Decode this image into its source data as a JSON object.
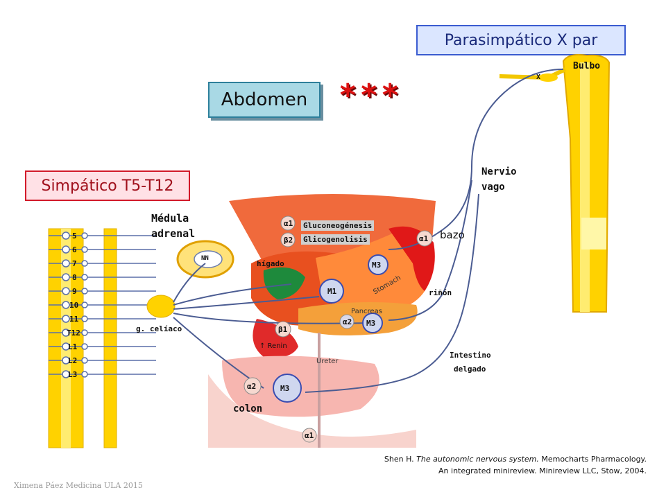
{
  "parasympathetic_box": "Parasimpático X par",
  "abdomen_box": "Abdomen",
  "stars": "***",
  "sympathetic_box": "Simpático T5-T12",
  "labels": {
    "bulbo": "Bulbo",
    "nervio_vago_1": "Nervio",
    "nervio_vago_2": "vago",
    "medula_1": "Médula",
    "medula_2": "adrenal",
    "gluconeo": "Gluconeogénesis",
    "glicogen": "Glicogenolisis",
    "bazo": "bazo",
    "higado": "hígado",
    "rinon": "riñón",
    "g_celiaco": "g. celíaco",
    "intestino_1": "Intestino",
    "intestino_2": "delgado",
    "colon": "colon",
    "pancreas": "Pancreas",
    "stomach": "Stomach",
    "renin": "↑ Renin",
    "ureter": "Ureter",
    "x_mark": "X"
  },
  "receptors": {
    "alpha1": "α1",
    "beta2": "β2",
    "beta1": "β1",
    "alpha2": "α2",
    "m3": "M3",
    "m1": "M1",
    "nn": "NN"
  },
  "spinal_levels": [
    "5",
    "6",
    "7",
    "8",
    "9",
    "10",
    "11",
    "T12",
    "L1",
    "L2",
    "L3"
  ],
  "citation": {
    "author": "Shen H. ",
    "title": "The autonomic nervous system.",
    "rest1": " Memocharts Pharmacology.",
    "line2": "An integrated minireview. Minireview LLC, Stow, 2004."
  },
  "credit": "Ximena Páez Medicina ULA 2015"
}
